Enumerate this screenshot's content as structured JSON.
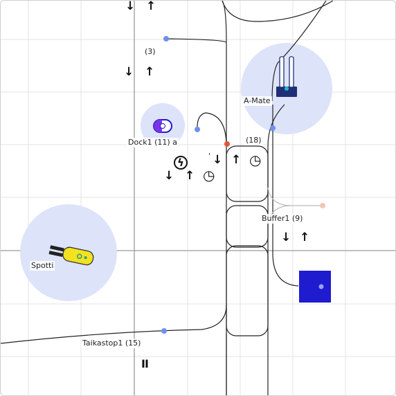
{
  "labels": {
    "station_3": "(3)",
    "amate": "A-Mate",
    "dock1": "Dock1 (11) a",
    "station_18": "(18)",
    "buffer1": "Buffer1 (9)",
    "spotti": "Spotti",
    "taikastop1": "Taikastop1 (15)",
    "tick": "'"
  },
  "icons": {
    "unload": "↓",
    "load": "↑",
    "timer": "◷",
    "charge": "ϟ",
    "pause": "II"
  },
  "colors": {
    "grid": "#e3e3e3",
    "axis": "#9a9a9a",
    "path": "#222222",
    "zone": "#dde3f9",
    "station_dot": "#6f8ff0",
    "active_dot": "#e0573b",
    "inactive_dot": "#f2c5bb",
    "robot_block": "#1f1bcf",
    "forklift": "#f2e21f"
  }
}
